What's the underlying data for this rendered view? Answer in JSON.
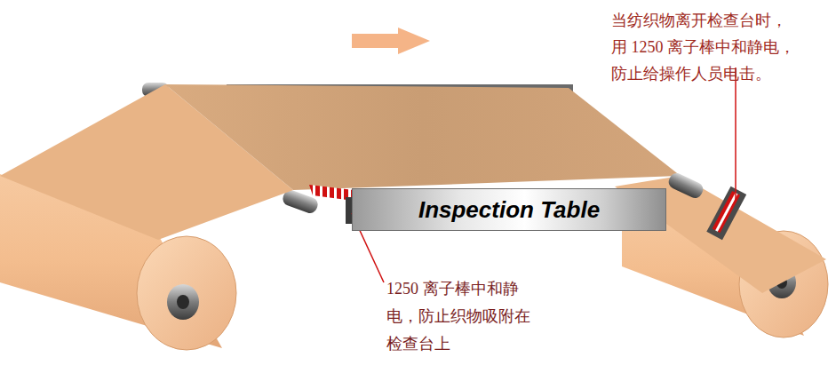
{
  "diagram": {
    "nodes": [
      {
        "text": [
          "Inspection Table"
        ]
      }
    ],
    "labels": [
      "当纺织物离开检查台时， 用 1250 离子棒中和静电， 防止给操作人员电击。",
      "1250 离子棒中和静 电，防止织物吸附在 检查台上"
    ]
  }
}
